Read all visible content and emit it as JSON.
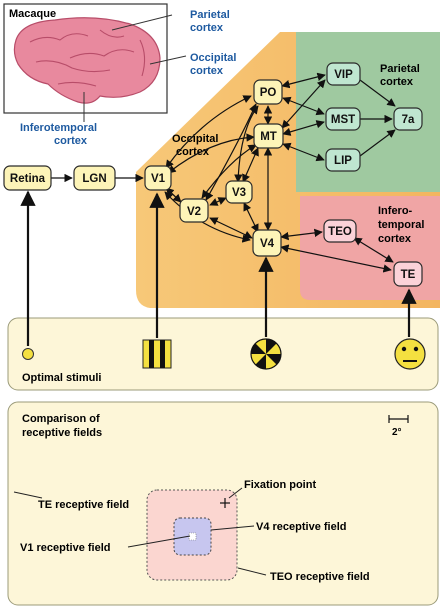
{
  "brain": {
    "species": "Macaque",
    "parietal": [
      "Parietal",
      "cortex"
    ],
    "occipital": [
      "Occipital",
      "cortex"
    ],
    "inferotemporal": [
      "Inferotemporal",
      "cortex"
    ]
  },
  "regions": {
    "occipital": [
      "Occipital",
      "cortex"
    ],
    "parietal": [
      "Parietal",
      "cortex"
    ],
    "inferotemporal": [
      "Infero-",
      "temporal",
      "cortex"
    ]
  },
  "nodes": {
    "retina": "Retina",
    "lgn": "LGN",
    "v1": "V1",
    "v2": "V2",
    "v3": "V3",
    "v4": "V4",
    "po": "PO",
    "mt": "MT",
    "vip": "VIP",
    "mst": "MST",
    "lip": "LIP",
    "a7": "7a",
    "teo": "TEO",
    "te": "TE"
  },
  "stimuli": {
    "label": "Optimal stimuli",
    "icons": [
      "dot-stimulus-icon",
      "bar-grating-icon",
      "radial-checkerboard-icon",
      "face-icon"
    ]
  },
  "receptive": {
    "title": [
      "Comparison of",
      "receptive fields"
    ],
    "scale": "2°",
    "te_label": "TE receptive field",
    "fixation_label": "Fixation point",
    "v4_label": "V4 receptive field",
    "v1_label": "V1 receptive field",
    "teo_label": "TEO receptive field"
  },
  "colors": {
    "occipital": "#f5c070",
    "parietal": "#9fc9a0",
    "inferotemporal": "#f0a0a0",
    "panel": "#fdf6d8",
    "node_yellow": "#fdf4b8",
    "node_green": "#bfe6d0",
    "node_pink": "#fbd2d8"
  }
}
